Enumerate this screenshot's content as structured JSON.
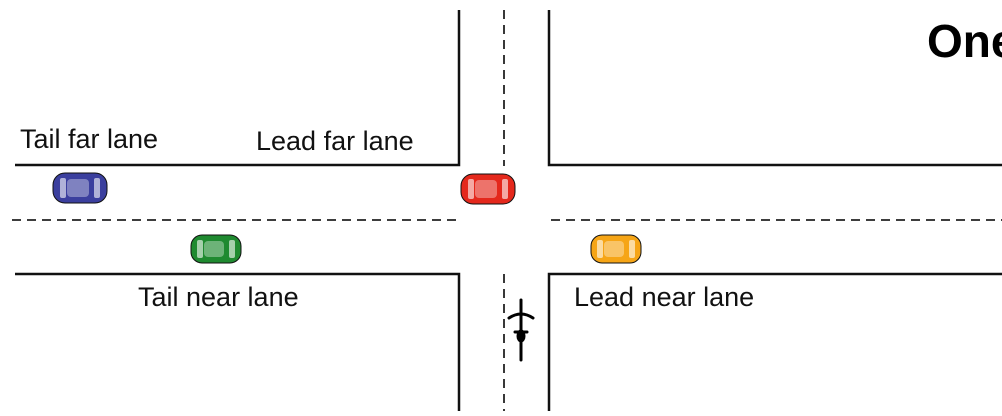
{
  "title": "One",
  "labels": {
    "tail_far_lane": "Tail far lane",
    "lead_far_lane": "Lead far lane",
    "tail_near_lane": "Tail near lane",
    "lead_near_lane": "Lead near lane"
  },
  "cars": {
    "tail_far": {
      "color": "#3b3f9e"
    },
    "lead_far": {
      "color": "#e4281c"
    },
    "tail_near": {
      "color": "#1f8a30"
    },
    "lead_near": {
      "color": "#f6a516"
    }
  },
  "cyclist": {
    "icon": "bicycle-icon",
    "color": "#000000"
  },
  "road_color": "#111111"
}
